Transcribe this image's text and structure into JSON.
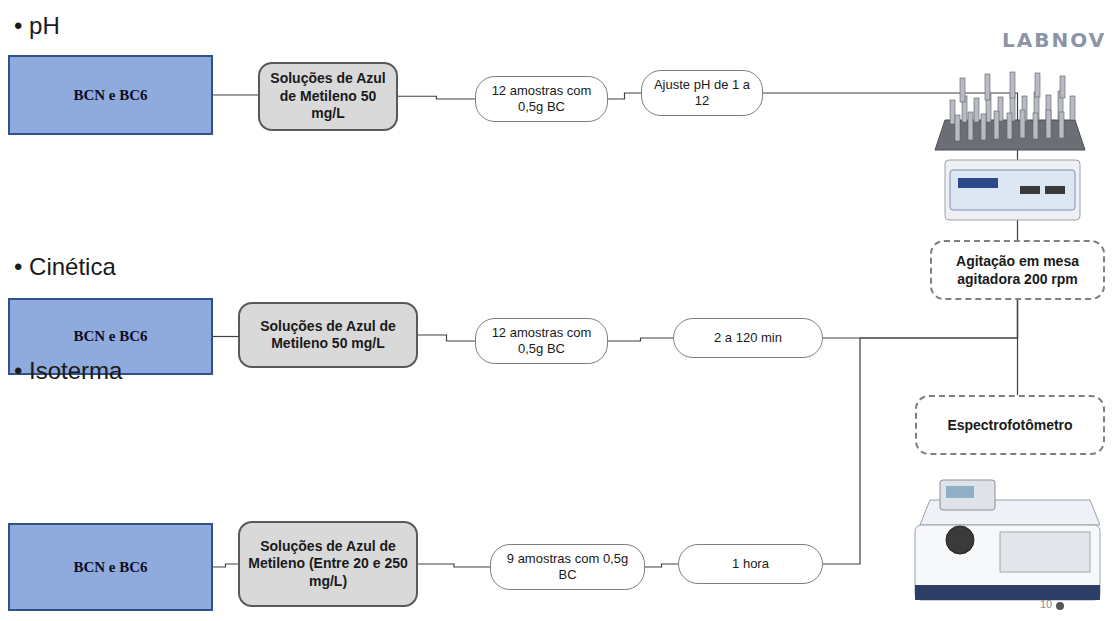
{
  "diagram": {
    "nodes": [
      {
        "text": [
          "BCN e BC6"
        ]
      },
      {
        "text": [
          "Soluções de Azul de Metileno 50 mg/L"
        ]
      },
      {
        "text": [
          "12 amostras com 0,5g BC"
        ]
      },
      {
        "text": [
          "Ajuste pH de 1 a 12"
        ]
      },
      {
        "text": [
          "BCN e BC6"
        ]
      },
      {
        "text": [
          "Soluções de Azul de Metileno 50 mg/L"
        ]
      },
      {
        "text": [
          "12 amostras com 0,5g BC"
        ]
      },
      {
        "text": [
          "2 a 120 min"
        ]
      },
      {
        "text": [
          "BCN e BC6"
        ]
      },
      {
        "text": [
          "Soluções de Azul de Metileno (Entre 20 e 250 mg/L)"
        ]
      },
      {
        "text": [
          "9 amostras com 0,5g BC"
        ]
      },
      {
        "text": [
          "1 hora"
        ]
      },
      {
        "text": [
          "Agitação em mesa agitadora 200 rpm"
        ]
      },
      {
        "text": [
          "Espectrofotômetro"
        ]
      }
    ],
    "edges": [
      {
        "from": 0,
        "to": 1,
        "arrow": "none"
      },
      {
        "from": 1,
        "to": 2,
        "arrow": "none"
      },
      {
        "from": 2,
        "to": 3,
        "arrow": "none"
      },
      {
        "from": 4,
        "to": 5,
        "arrow": "none"
      },
      {
        "from": 5,
        "to": 6,
        "arrow": "none"
      },
      {
        "from": 6,
        "to": 7,
        "arrow": "none"
      },
      {
        "from": 8,
        "to": 9,
        "arrow": "none"
      },
      {
        "from": 9,
        "to": 10,
        "arrow": "none"
      },
      {
        "from": 10,
        "to": 11,
        "arrow": "none"
      },
      {
        "from": 3,
        "to": 12,
        "arrow": "none"
      },
      {
        "from": 7,
        "to": 12,
        "arrow": "none"
      },
      {
        "from": 11,
        "to": 12,
        "arrow": "none"
      },
      {
        "from": 12,
        "to": 13,
        "arrow": "none"
      }
    ],
    "labels": [
      "• pH",
      "• Cinética",
      "• Isoterma",
      "LABNOV",
      "10"
    ]
  }
}
